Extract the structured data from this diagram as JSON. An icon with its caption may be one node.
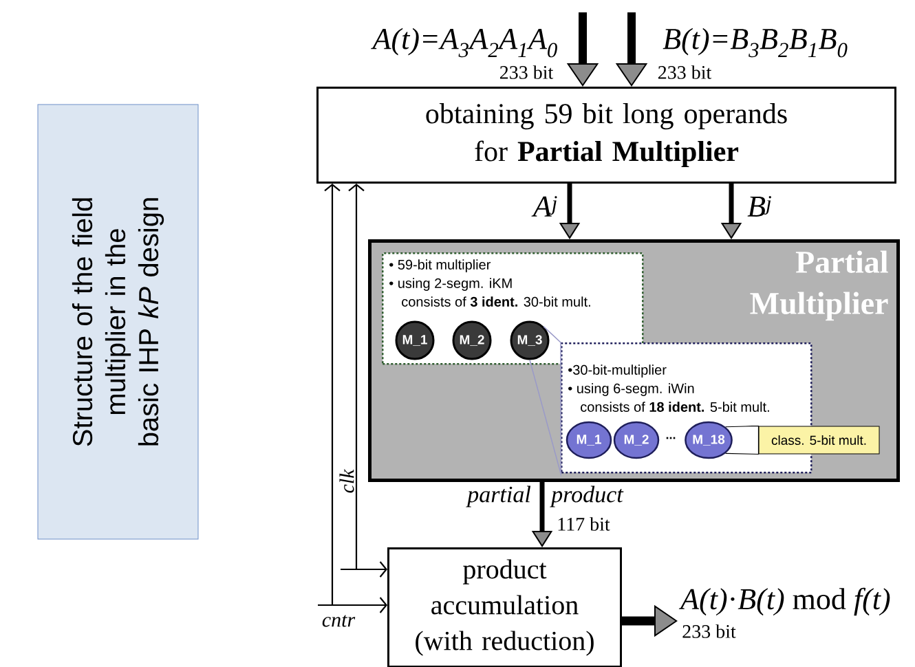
{
  "diagram": {
    "nodes": [
      {
        "text": [
          "Structure of the field multiplier in the basic IHP *kP* design"
        ]
      },
      {
        "text": [
          "obtaining 59 bit long operands for **Partial Multiplier**"
        ]
      },
      {
        "text": [
          "Partial Multiplier"
        ]
      },
      {
        "text": [
          "• 59-bit multiplier",
          "• using 2-segm. iKM",
          "consists of **3 ident.** 30-bit mult."
        ],
        "in": 2
      },
      {
        "text": [
          "M_1"
        ],
        "in": 3
      },
      {
        "text": [
          "M_2"
        ],
        "in": 3
      },
      {
        "text": [
          "M_3"
        ],
        "in": 3
      },
      {
        "text": [
          "•30-bit-multiplier",
          "• using 6-segm. iWin",
          "consists of **18 ident.** 5-bit mult."
        ],
        "in": 2
      },
      {
        "text": [
          "M_1"
        ],
        "in": 7
      },
      {
        "text": [
          "M_2"
        ],
        "in": 7
      },
      {
        "text": [
          "M_18"
        ],
        "in": 7
      },
      {
        "text": [
          "class. 5-bit mult."
        ],
        "in": 2
      },
      {
        "text": [
          "product accumulation (with reduction)"
        ]
      }
    ],
    "edges": [
      {
        "from": null,
        "to": 1,
        "arrow": "to",
        "label": "233 bit",
        "style": "thick"
      },
      {
        "from": null,
        "to": 1,
        "arrow": "to",
        "label": "233 bit",
        "style": "thick"
      },
      {
        "from": 1,
        "to": 2,
        "arrow": "to",
        "label": "A$^{j}$",
        "style": "thick"
      },
      {
        "from": 1,
        "to": 2,
        "arrow": "to",
        "label": "B$^{j}$",
        "style": "thick"
      },
      {
        "from": 2,
        "to": 12,
        "arrow": "to",
        "label": "117 bit",
        "style": "thick"
      },
      {
        "from": 12,
        "to": null,
        "arrow": "to",
        "label": "233 bit",
        "style": "thick"
      },
      {
        "from": 6,
        "to": 7,
        "arrow": "none",
        "color": "#9a9ac8"
      },
      {
        "from": 10,
        "to": 11,
        "arrow": "none"
      },
      {
        "from": null,
        "to": 1,
        "arrow": "to"
      },
      {
        "from": null,
        "to": 12,
        "arrow": "to"
      },
      {
        "from": null,
        "to": 1,
        "arrow": "to"
      },
      {
        "from": null,
        "to": 12,
        "arrow": "to"
      }
    ],
    "labels": [
      "A(t)=A$_{3}$A$_{2}$A$_{1}$A$_{0}$",
      "B(t)=B$_{3}$B$_{2}$B$_{1}$B$_{0}$",
      "partial",
      "product",
      "clk",
      "cntr",
      "...",
      "*A(t)*·*B(t)* mod *f(t)*"
    ]
  }
}
